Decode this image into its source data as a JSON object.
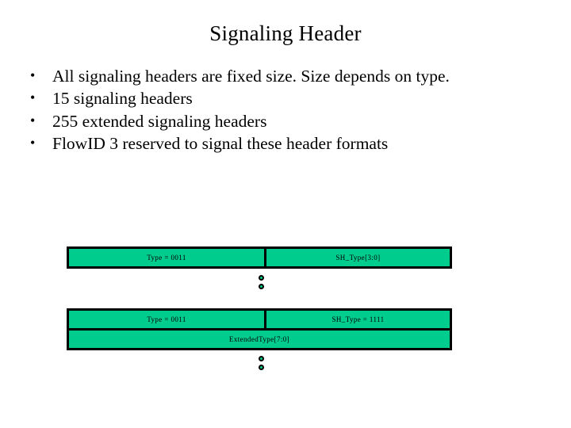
{
  "slide": {
    "title": "Signaling Header",
    "bullet_marker": "•",
    "bullets": [
      "All signaling headers are fixed size. Size depends on type.",
      "15 signaling headers",
      "255 extended signaling headers",
      "FlowID 3 reserved to signal these header formats"
    ]
  },
  "diagram": {
    "accent_color": "#00cc8e",
    "border_color": "#000000",
    "groups": [
      {
        "name": "basic-signaling-header",
        "rows": [
          {
            "fields": [
              {
                "label": "Type = 0011"
              },
              {
                "label": "SH_Type[3:0]"
              }
            ]
          }
        ]
      },
      {
        "name": "extended-signaling-header",
        "rows": [
          {
            "fields": [
              {
                "label": "Type = 0011"
              },
              {
                "label": "SH_Type = 1111"
              }
            ]
          },
          {
            "fields": [
              {
                "label": "ExtendedType[7:0]"
              }
            ]
          }
        ]
      }
    ],
    "continuation_dots": [
      {
        "name": "continuation-dots-upper",
        "count": 2
      },
      {
        "name": "continuation-dots-lower",
        "count": 2
      }
    ]
  }
}
